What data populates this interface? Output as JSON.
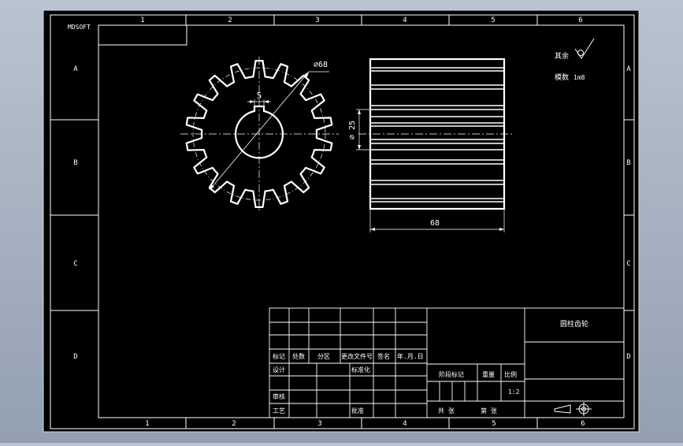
{
  "sheet": {
    "frame_label": "MDSOFT",
    "col_numbers": [
      "1",
      "2",
      "3",
      "4",
      "5",
      "6"
    ],
    "row_letters": [
      "A",
      "B",
      "C",
      "D"
    ]
  },
  "gear": {
    "teeth": 18,
    "tip_diameter_label": "⌀68",
    "keyway_width_label": "5"
  },
  "side_view": {
    "bore_label": "⌀ 25",
    "width_label": "68"
  },
  "notes": {
    "roughness_label": "其余",
    "modulus_label": "模数",
    "modulus_value": "1m8"
  },
  "title_block": {
    "drawing_name": "圆柱齿轮",
    "left_labels": [
      "标记",
      "处数",
      "分区",
      "更改文件号",
      "签名",
      "年.月.日"
    ],
    "designer": "设计",
    "standardize": "标准化",
    "checker": "审核",
    "process": "工艺",
    "approve": "批准",
    "stage_mark": "阶段标记",
    "weight": "重量",
    "scale": "比例",
    "scale_value": "1:2",
    "total_sheets": "共 张",
    "sheet_no": "第 张"
  },
  "colors": {
    "background": "#000000",
    "lines": "#ffffff",
    "window": "#a9b4c4"
  }
}
